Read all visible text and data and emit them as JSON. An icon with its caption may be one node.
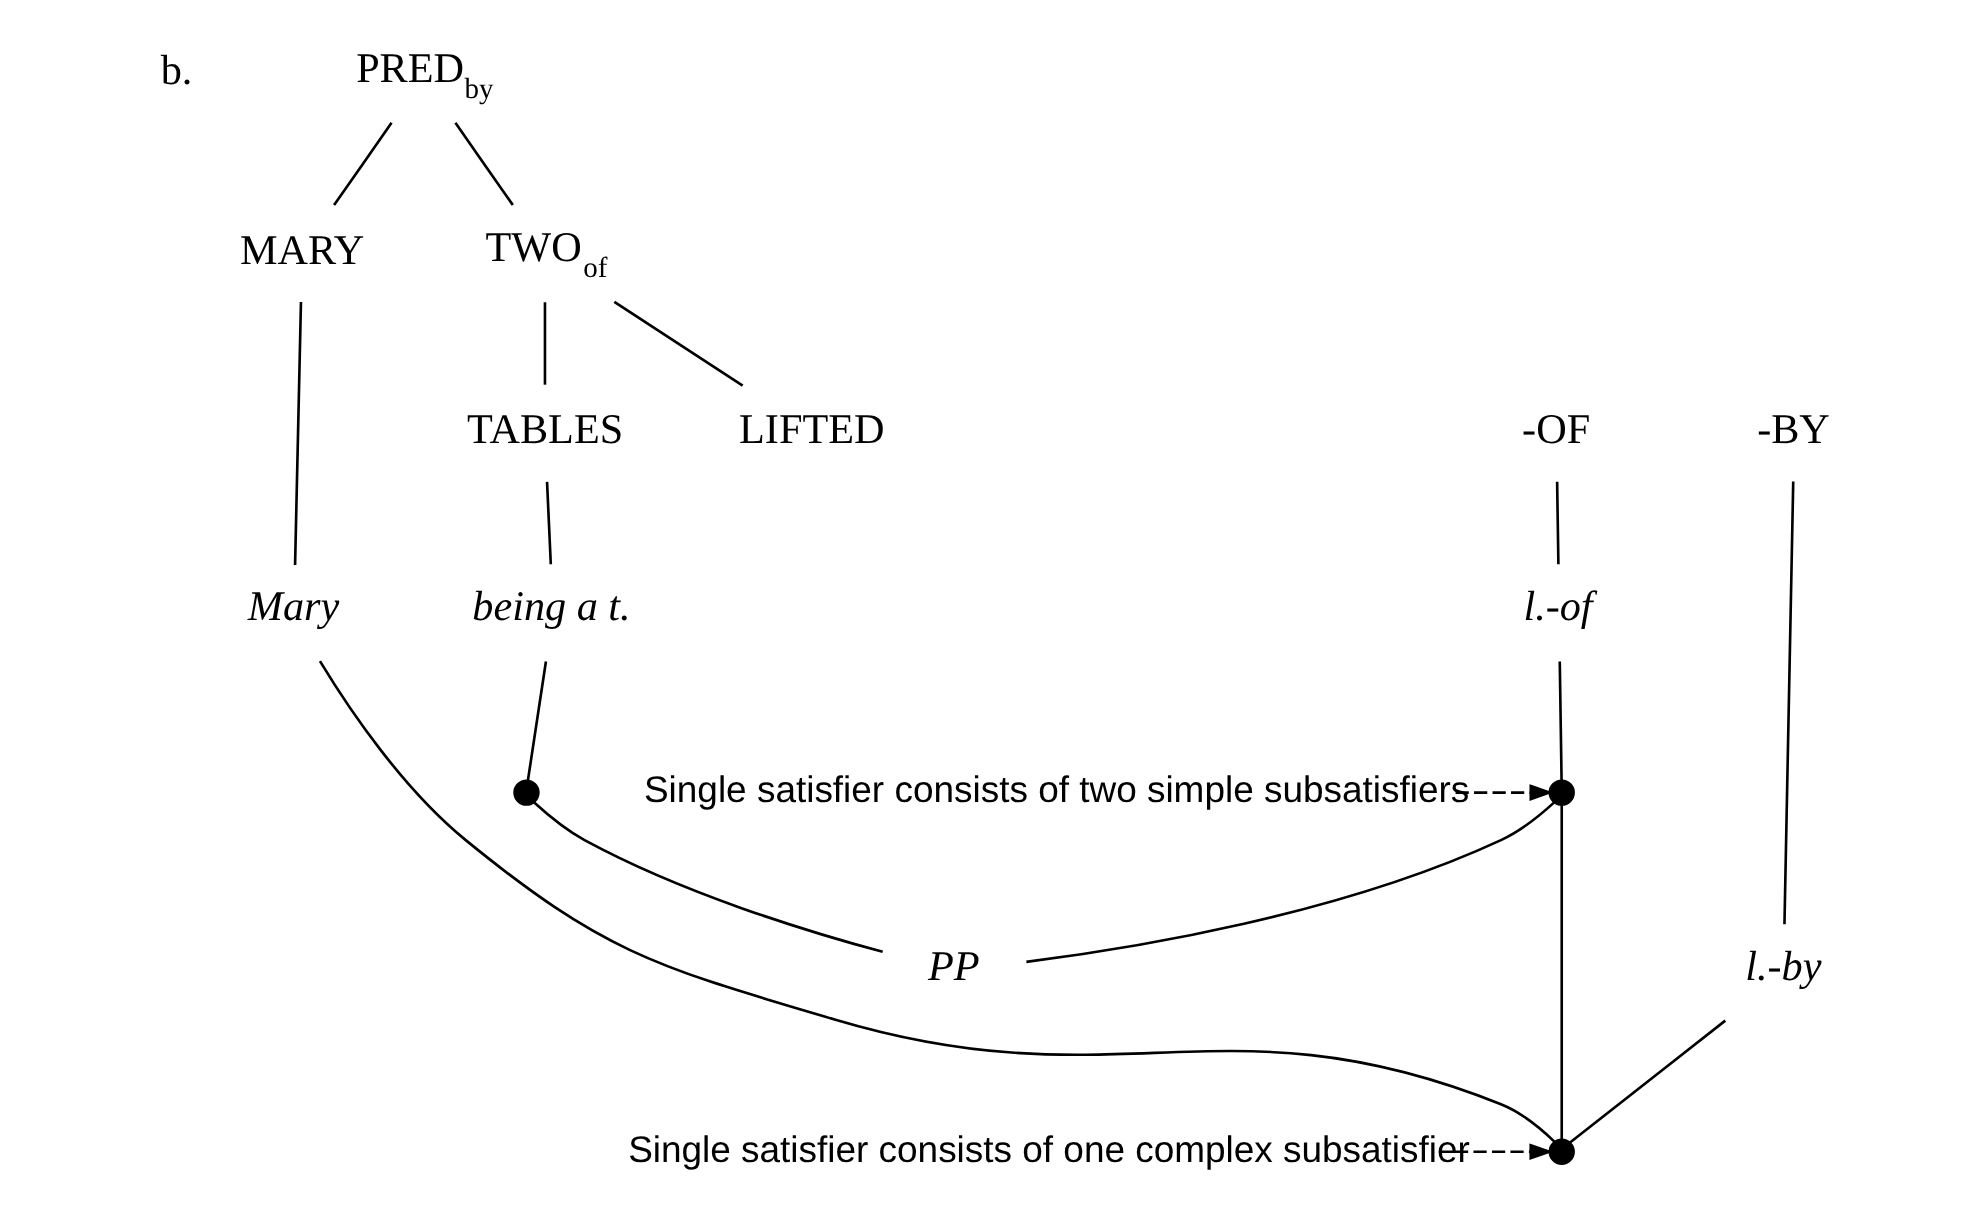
{
  "diagram": {
    "nodes": [
      {
        "text": [
          "PRED$_{by}$"
        ]
      },
      {
        "text": [
          "MARY"
        ]
      },
      {
        "text": [
          "TWO$_{of}$"
        ]
      },
      {
        "text": [
          "TABLES"
        ]
      },
      {
        "text": [
          "LIFTED"
        ]
      },
      {
        "text": [
          "-OF"
        ]
      },
      {
        "text": [
          "-BY"
        ]
      },
      {
        "text": [
          "being a t."
        ]
      },
      {
        "text": [
          "l.-of"
        ]
      },
      {
        "text": [],
        "shape": "circle"
      },
      {
        "text": [],
        "shape": "circle"
      },
      {
        "text": [
          "PP"
        ]
      },
      {
        "text": [
          "l.-by"
        ]
      },
      {
        "text": [
          "Mary"
        ]
      },
      {
        "text": [],
        "shape": "circle"
      },
      {
        "text": [
          "Single satisfier consists of two simple subsatisfiers"
        ]
      },
      {
        "text": [
          "Single satisfier consists of one complex subsatisfier"
        ]
      }
    ],
    "edges": [
      {
        "from": 0,
        "to": 1,
        "arrow": "none"
      },
      {
        "from": 0,
        "to": 2,
        "arrow": "none"
      },
      {
        "from": 2,
        "to": 3,
        "arrow": "none"
      },
      {
        "from": 2,
        "to": 4,
        "arrow": "none"
      },
      {
        "from": 1,
        "to": 13,
        "arrow": "none"
      },
      {
        "from": 3,
        "to": 7,
        "arrow": "none"
      },
      {
        "from": 5,
        "to": 8,
        "arrow": "none"
      },
      {
        "from": 6,
        "to": 12,
        "arrow": "none"
      },
      {
        "from": 7,
        "to": 9,
        "arrow": "none"
      },
      {
        "from": 8,
        "to": 10,
        "arrow": "none"
      },
      {
        "from": 9,
        "to": 11,
        "arrow": "none"
      },
      {
        "from": 10,
        "to": 11,
        "arrow": "none"
      },
      {
        "from": 10,
        "to": 14,
        "arrow": "none"
      },
      {
        "from": 12,
        "to": 14,
        "arrow": "none"
      },
      {
        "from": 13,
        "to": 14,
        "arrow": "none"
      },
      {
        "from": 15,
        "to": 10,
        "arrow": "to",
        "style": "dashed"
      },
      {
        "from": 16,
        "to": 14,
        "arrow": "to",
        "style": "dashed"
      }
    ],
    "labels": [
      "b."
    ]
  }
}
